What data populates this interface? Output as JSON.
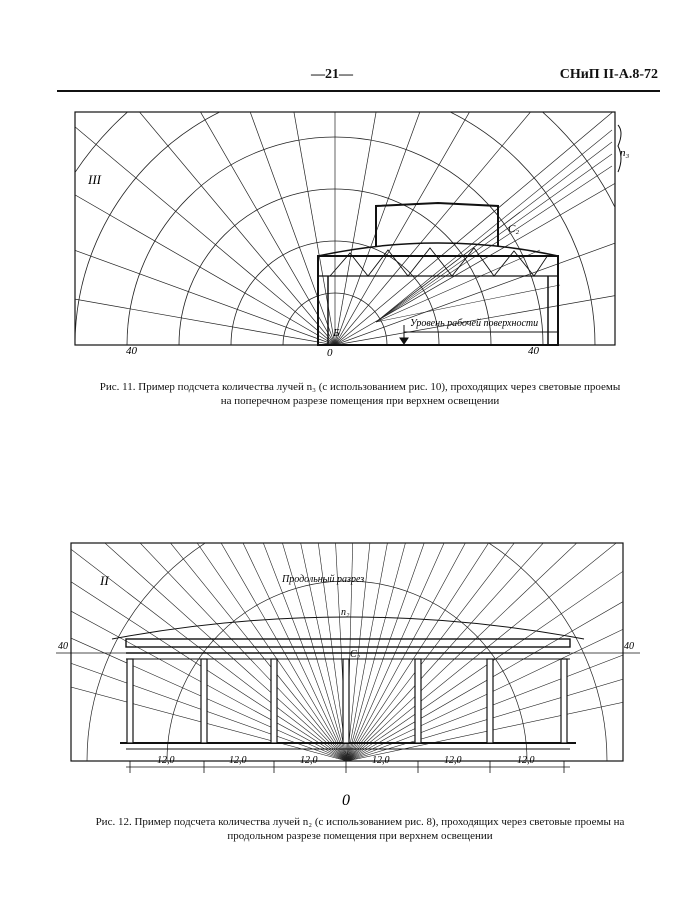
{
  "header": {
    "page_number": "—21—",
    "doc_code": "СНиП II-А.8-72"
  },
  "figure1": {
    "roman_label": "III",
    "ray_label": "n₃",
    "point_c": "C₂",
    "point_b": "Б",
    "origin_label": "0",
    "left_scale": "40",
    "right_scale": "40",
    "surface_label": "Уровень рабочей поверхности",
    "caption_line1": "Рис. 11. Пример подсчета количества лучей n₃ (с использованием рис. 10), проходящих через световые проемы",
    "caption_line2": "на поперечном разрезе помещения при верхнем освещении"
  },
  "figure2": {
    "roman_label": "II",
    "section_label": "Продольный разрез",
    "ray_label": "n₂",
    "point_c": "C₂",
    "left_scale": "40",
    "right_scale": "40",
    "bay_labels": [
      "12,0",
      "12,0",
      "12,0",
      "12,0",
      "12,0",
      "12,0"
    ],
    "origin_label": "0",
    "caption_line1": "Рис. 12. Пример подсчета количества лучей n₂ (с использованием рис. 8), проходящих через световые проемы на",
    "caption_line2": "продольном разрезе помещения при верхнем освещении"
  }
}
